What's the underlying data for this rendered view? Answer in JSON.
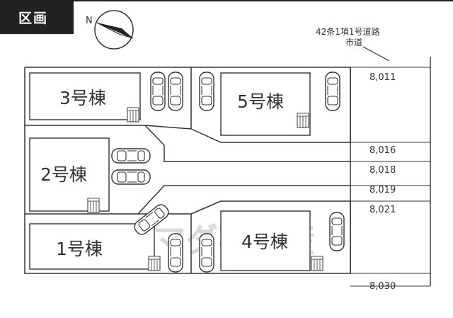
{
  "header": {
    "title": "区画"
  },
  "compass": {
    "north_label": "N"
  },
  "road": {
    "line1": "42条1項1号道路",
    "line2": "市道"
  },
  "buildings": {
    "b1": "1号棟",
    "b2": "2号棟",
    "b3": "3号棟",
    "b4": "4号棟",
    "b5": "5号棟"
  },
  "dimensions": [
    "8,011",
    "8,016",
    "8,018",
    "8,019",
    "8,021",
    "8,030"
  ],
  "watermark": "ヤマダ不動産"
}
